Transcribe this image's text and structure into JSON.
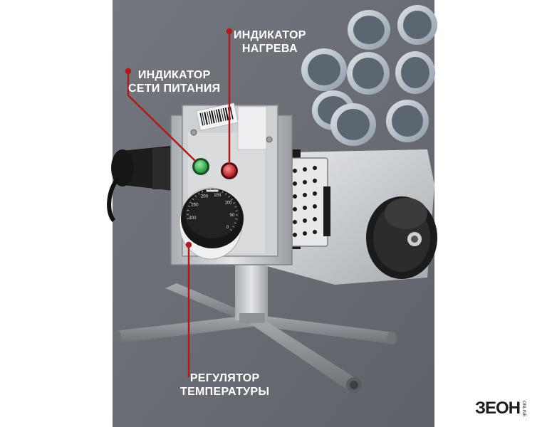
{
  "labels": {
    "heat_indicator": {
      "line1": "ИНДИКАТОР",
      "line2": "НАГРЕВА"
    },
    "power_indicator": {
      "line1": "ИНДИКАТОР",
      "line2": "СЕТИ ПИТАНИЯ"
    },
    "temperature_regulator": {
      "line1": "РЕГУЛЯТОР",
      "line2": "ТЕМПЕРАТУРЫ"
    }
  },
  "dial": {
    "marks": [
      "300",
      "250",
      "200",
      "150",
      "100",
      "50",
      "0"
    ]
  },
  "brand": {
    "name": "ЗЕОН",
    "sub": "ONLINE"
  },
  "colors": {
    "background_panel": "#6b6e76",
    "callout_line": "#b01a1a",
    "green_led": "#2bb14a",
    "red_led": "#d81e2a",
    "body_metal": "#c9ccd0",
    "dial": "#1c1c1c",
    "pipe": "#b3bdc6"
  }
}
